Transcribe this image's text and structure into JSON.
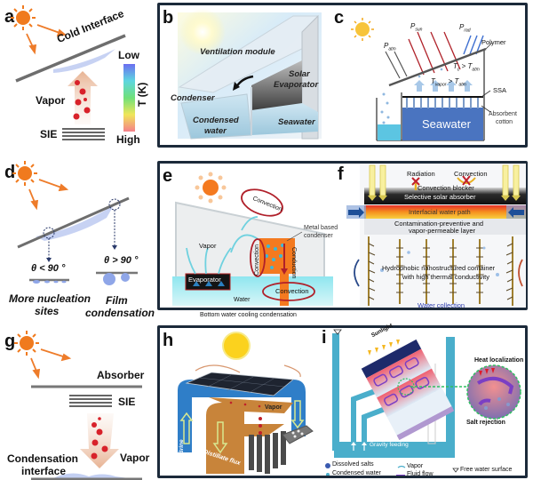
{
  "panels": {
    "a": {
      "label": "a",
      "cold_interface": "Cold Interface",
      "vapor": "Vapor",
      "sie": "SIE",
      "colorbar": {
        "low": "Low",
        "high": "High",
        "axis": "T (K)"
      }
    },
    "b": {
      "label": "b",
      "ventilation_module": "Ventilation module",
      "solar_evaporator_1": "Solar",
      "solar_evaporator_2": "Evaporator",
      "condenser": "Condenser",
      "condensed_water_1": "Condensed",
      "condensed_water_2": "water",
      "seawater": "Seawater"
    },
    "c": {
      "label": "c",
      "p_sun": "P",
      "p_sun_sub": "sun",
      "p_rad": "P",
      "p_rad_sub": "rad",
      "p_atm": "P",
      "p_atm_sub": "atm",
      "polymer": "Polymer",
      "tc_relation": "T",
      "tc_sub": "c",
      "gt": ">",
      "tatm": "T",
      "tatm_sub": "atm",
      "tvapor": "T",
      "tvapor_sub": "vapor",
      "ssa": "SSA",
      "absorbent_1": "Absorbent",
      "absorbent_2": "cotton",
      "seawater": "Seawater"
    },
    "d": {
      "label": "d",
      "theta_lt": "θ < 90 °",
      "theta_gt": "θ > 90 °",
      "nucleation_1": "More nucleation",
      "nucleation_2": "sites",
      "film_1": "Film",
      "film_2": "condensation"
    },
    "e": {
      "label": "e",
      "convection_top": "Convection",
      "metal_condenser_1": "Metal based",
      "metal_condenser_2": "condenser",
      "vapor": "Vapor",
      "convection_side": "Convection",
      "conduction": "Conduction",
      "evaporator": "Evaporator",
      "convection_bottom": "Convection",
      "water": "Water",
      "caption": "Bottom water cooling condensation"
    },
    "f": {
      "label": "f",
      "radiation": "Radiation",
      "convection": "Convection",
      "convection_blocker": "Convection blocker",
      "selective_absorber": "Selective solar absorber",
      "interfacial_path": "Interfacial water path",
      "contamination_1": "Contamination-preventive and",
      "contamination_2": "vapor-permeable layer",
      "hydrophobic_1": "Hydrophobic nanostructured container",
      "hydrophobic_2": "with high thermal conductivity",
      "water_collection": "Water collection"
    },
    "g": {
      "label": "g",
      "absorber": "Absorber",
      "sie": "SIE",
      "condensation_1": "Condensation",
      "condensation_2": "interface",
      "vapor": "Vapor"
    },
    "h": {
      "label": "h",
      "vapor": "Vapor",
      "brine": "Brine",
      "distillate": "Distillate flux"
    },
    "i": {
      "label": "i",
      "sunlight": "Sunlight",
      "heat_localization": "Heat localization",
      "salt_rejection": "Salt rejection",
      "gravity_feeding": "Gravity feeding",
      "legend": {
        "dissolved_salts": "Dissolved salts",
        "vapor": "Vapor",
        "free_water_surface": "Free water surface",
        "condensed_water": "Condensed water",
        "fluid_flow": "Fluid flow"
      }
    }
  },
  "colors": {
    "frame": "#1c2a3a",
    "sun": "#f07a1e",
    "arrow_orange": "#ee7c2a",
    "seawater": "#4a74c0",
    "teal_water": "#4aaecb",
    "red": "#c8202a",
    "condenser_orange": "#f47a20",
    "purple": "#7b3fc4"
  }
}
